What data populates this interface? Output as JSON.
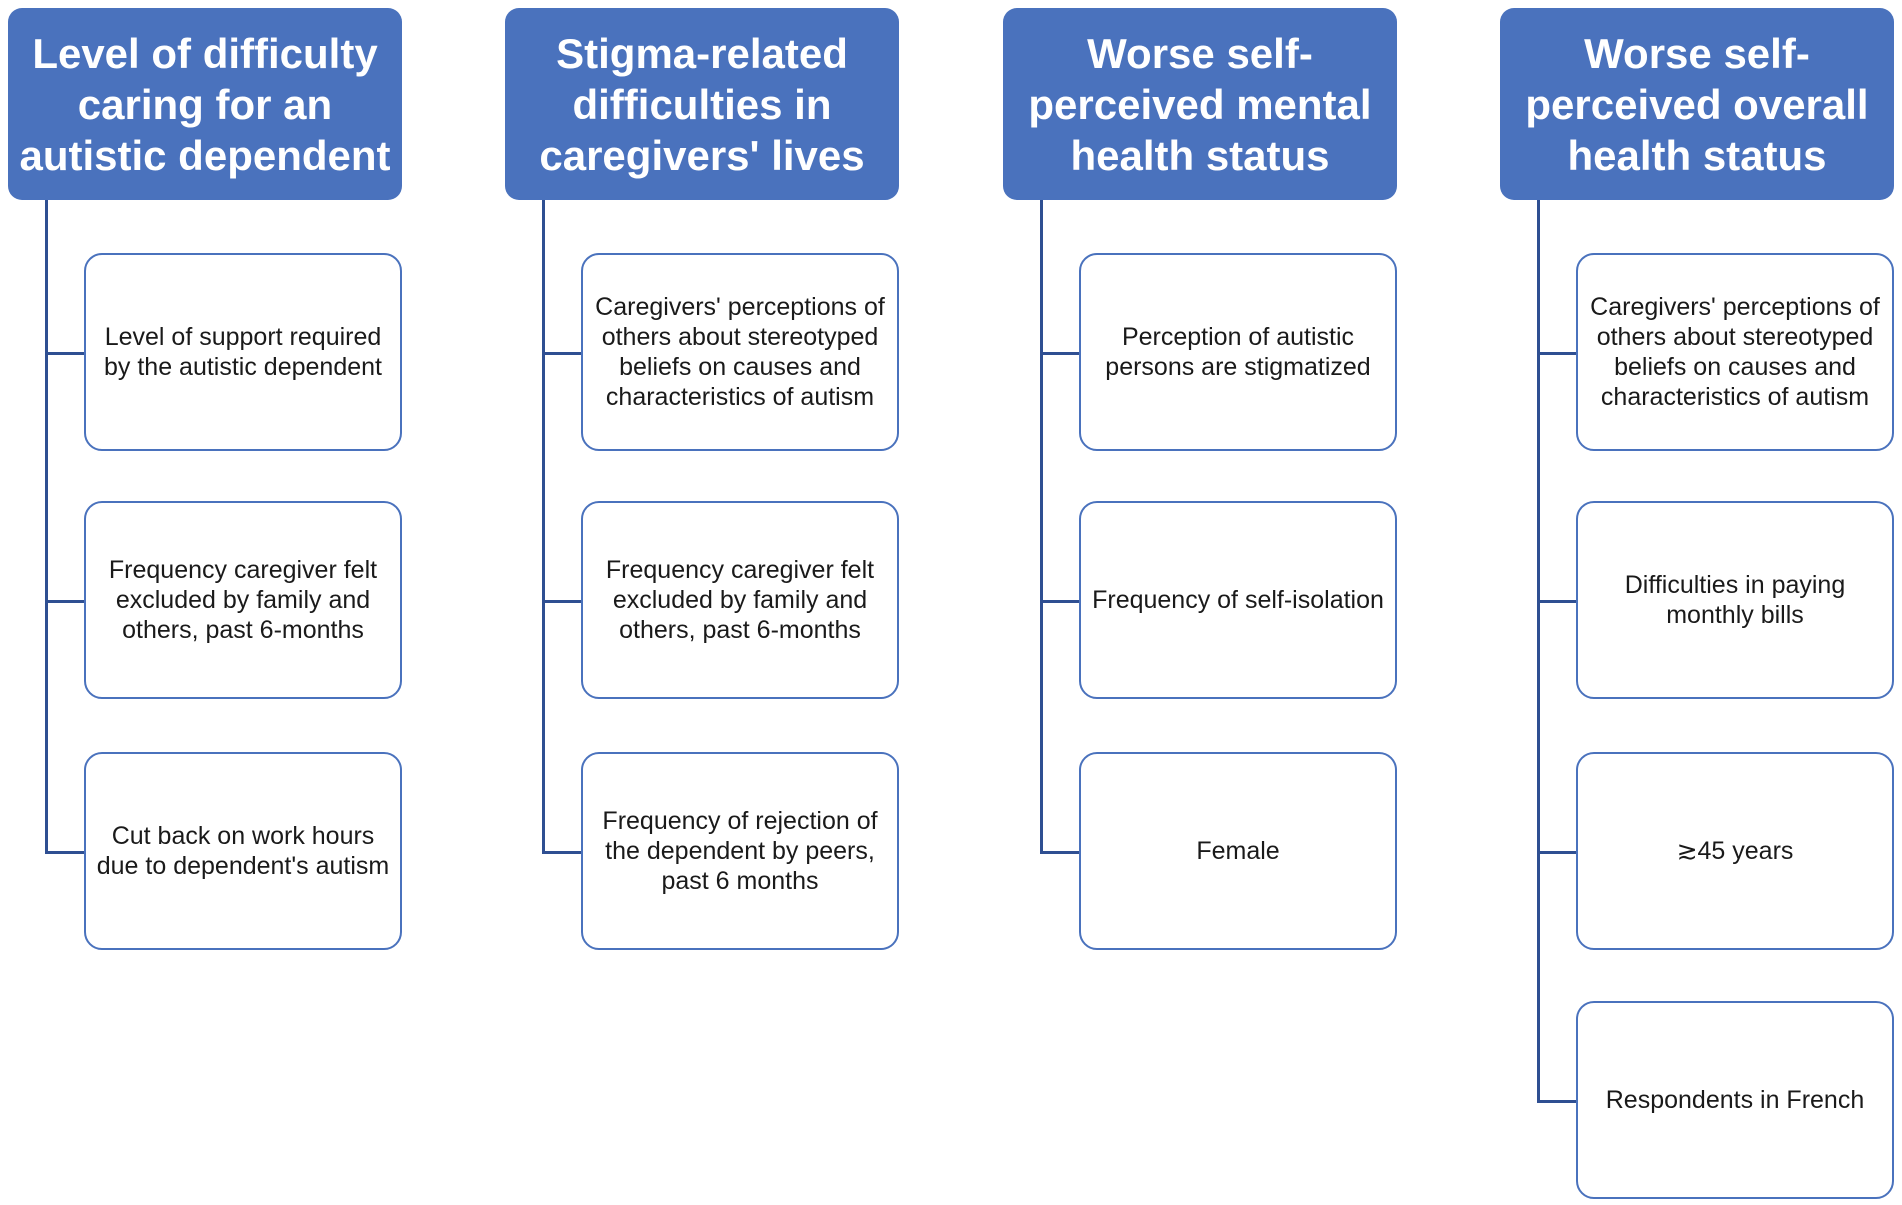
{
  "columns": [
    {
      "header": "Level of difficulty caring for an autistic dependent",
      "items": [
        "Level of support required by the autistic dependent",
        "Frequency caregiver felt excluded by family and others, past 6-months",
        "Cut back on work hours due to dependent's autism"
      ]
    },
    {
      "header": "Stigma-related difficulties in caregivers' lives",
      "items": [
        "Caregivers' perceptions of others about stereotyped beliefs on causes and characteristics of autism",
        "Frequency caregiver felt excluded by family and others, past 6-months",
        "Frequency of rejection of the dependent by peers, past 6 months"
      ]
    },
    {
      "header": "Worse self-perceived mental health status",
      "items": [
        "Perception of autistic persons are stigmatized",
        "Frequency of self-isolation",
        "Female"
      ]
    },
    {
      "header": "Worse self-perceived overall health status",
      "items": [
        "Caregivers' perceptions of others about stereotyped beliefs on causes and characteristics of autism",
        "Difficulties in paying monthly bills",
        "≳45 years",
        "Respondents in French"
      ]
    }
  ],
  "colors": {
    "header_fill": "#4a72bd",
    "connector": "#2f4f92",
    "box_border": "#4a72bd"
  }
}
